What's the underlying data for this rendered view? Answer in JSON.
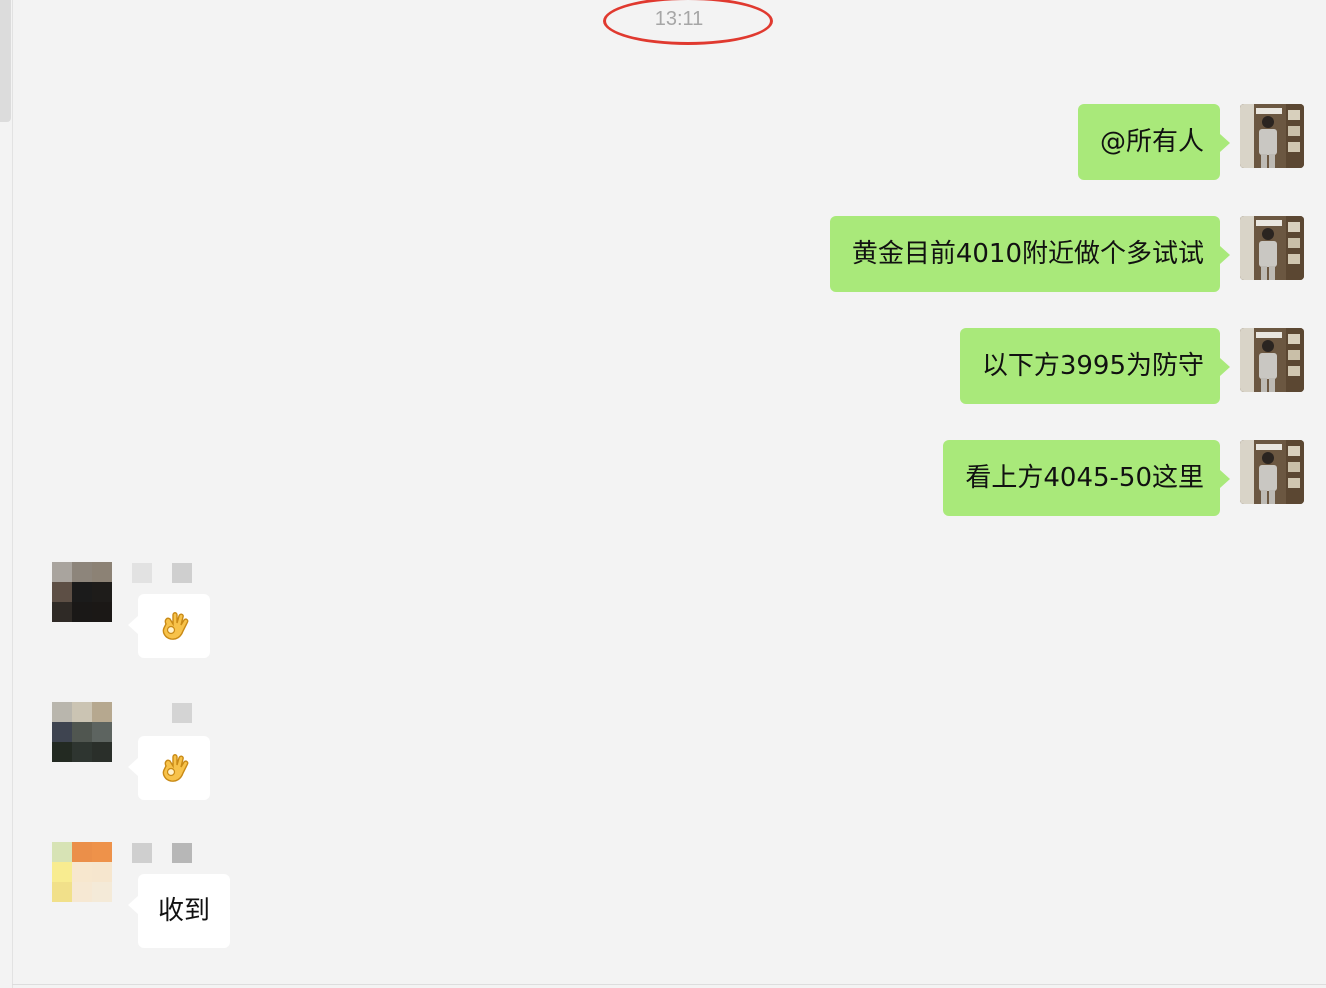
{
  "conversation": {
    "timestamp": "13:11",
    "outgoing": [
      {
        "text": "@所有人"
      },
      {
        "text": "黄金目前4010附近做个多试试"
      },
      {
        "text": "以下方3995为防守"
      },
      {
        "text": "看上方4045-50这里"
      }
    ],
    "incoming": [
      {
        "content_icon": "ok-hand-emoji-icon",
        "avatar_colors": [
          "#a9a49e",
          "#8d857b",
          "#8c8275",
          "#5d4f45",
          "#1b1b1b",
          "#1e1c1a",
          "#2f2a26",
          "#1a1817",
          "#1b1816"
        ],
        "name_blocks": [
          "#e2e2e2",
          "#cfcfcf"
        ]
      },
      {
        "content_icon": "ok-hand-emoji-icon",
        "avatar_colors": [
          "#b9b6ad",
          "#cbc4b3",
          "#b6a88f",
          "#3e4450",
          "#505650",
          "#5d6460",
          "#232a22",
          "#2e3530",
          "#2a2f2a"
        ],
        "name_blocks": [
          "#d4d4d4"
        ]
      },
      {
        "text": "收到",
        "avatar_colors": [
          "#d7e3b5",
          "#eb8f49",
          "#ee924a",
          "#f8ec90",
          "#f7e7ce",
          "#f6e6ce",
          "#f1e08a",
          "#f6e8d3",
          "#f4ead8"
        ],
        "name_blocks": [
          "#cfcfcf",
          "#b7b7b7"
        ]
      }
    ]
  },
  "colors": {
    "outgoing_bubble": "#a9e97a",
    "incoming_bubble": "#ffffff",
    "background": "#f3f3f3",
    "highlight_ring": "#e0392f"
  }
}
